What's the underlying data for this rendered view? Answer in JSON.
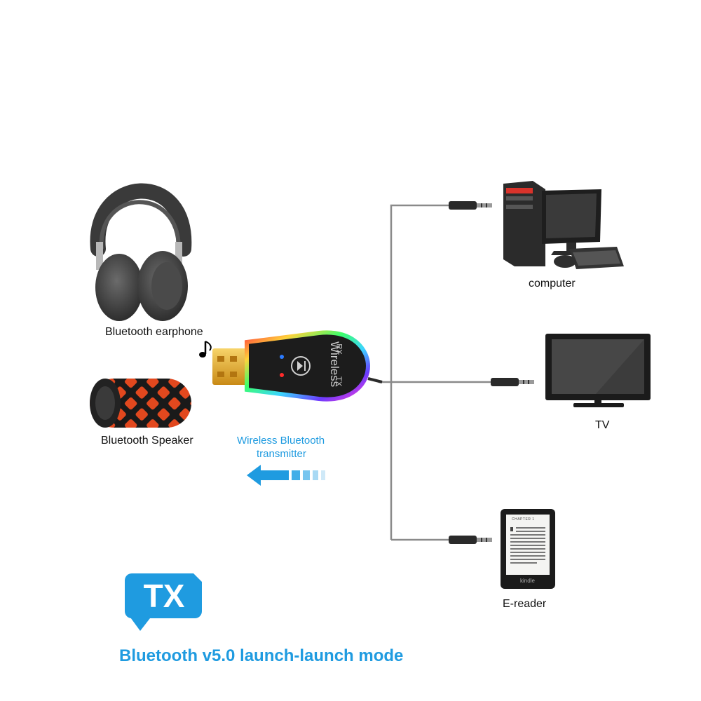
{
  "devices": {
    "headphones": {
      "label": "Bluetooth earphone"
    },
    "speaker": {
      "label": "Bluetooth Speaker"
    },
    "computer": {
      "label": "computer"
    },
    "tv": {
      "label": "TV"
    },
    "ereader": {
      "label": "E-reader",
      "screen_text": "CHAPTER 1",
      "brand": "kindle"
    }
  },
  "transmitter": {
    "brand_text": "Wireless",
    "rx_text": "RX",
    "tx_text": "TX",
    "caption_line1": "Wireless Bluetooth",
    "caption_line2": "transmitter"
  },
  "badge": {
    "text": "TX"
  },
  "footer": {
    "title": "Bluetooth v5.0 launch-launch mode"
  },
  "colors": {
    "accent_blue": "#1f9be0",
    "cable_gray": "#8a8a8a",
    "dongle_body": "#1c1c1c",
    "usb_gold": "#e8b23a"
  }
}
